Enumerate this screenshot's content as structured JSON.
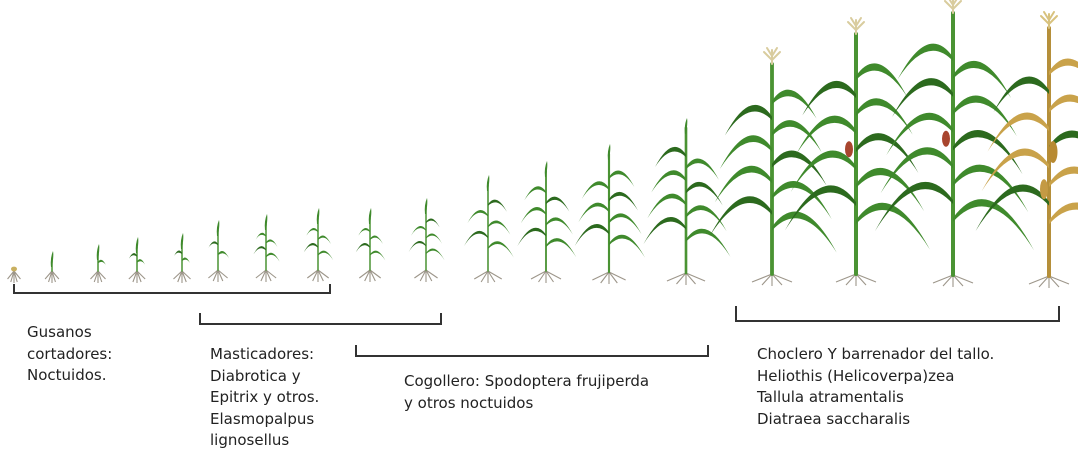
{
  "colors": {
    "leaf": "#3f8a2c",
    "leaf_dark": "#2c6a1e",
    "stalk": "#4a9333",
    "tassel": "#d9cc9e",
    "ear_red": "#a8452e",
    "dry_leaf": "#c9a24a",
    "dry_stalk": "#b58f3a",
    "root": "#9d968a",
    "bracket": "#333333",
    "text": "#222222"
  },
  "pest_groups": [
    {
      "id": "gusanos",
      "lines": [
        "Gusanos",
        "cortadores:",
        "Noctuidos."
      ]
    },
    {
      "id": "masticadores",
      "lines": [
        "Masticadores:",
        "Diabrotica y",
        "Epitrix y otros.",
        "Elasmopalpus",
        "lignosellus"
      ]
    },
    {
      "id": "cogollero",
      "lines": [
        "Cogollero: Spodoptera frujiperda",
        "y otros noctuidos"
      ]
    },
    {
      "id": "choclero",
      "lines": [
        "Choclero Y barrenador del tallo.",
        "Heliothis (Helicoverpa)zea",
        "Tallula atramentalis",
        "Diatraea saccharalis"
      ]
    }
  ]
}
